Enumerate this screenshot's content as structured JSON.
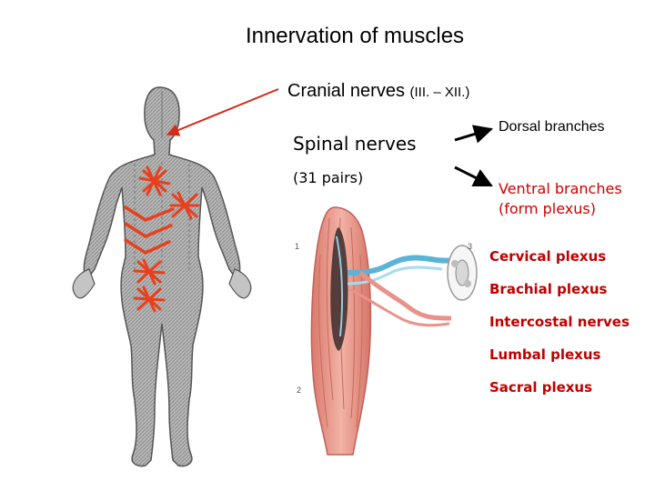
{
  "title": "Innervation of muscles",
  "cranial": {
    "label": "Cranial nerves",
    "range": "(III. – XII.)"
  },
  "spinal": {
    "label": "Spinal nerves",
    "pairs": "(31 pairs)"
  },
  "branches": {
    "dorsal": "Dorsal branches",
    "ventral_line1": "Ventral branches",
    "ventral_line2": "(form plexus)"
  },
  "plexuses": [
    "Cervical plexus",
    "Brachial plexus",
    "Intercostal nerves",
    "Lumbal plexus",
    "Sacral plexus"
  ],
  "figure_labels": {
    "l1": "1",
    "l2": "2",
    "l3": "3"
  },
  "colors": {
    "accent_red": "#e8401c",
    "text_red": "#c00000",
    "muscle": "#e89a8a",
    "nerve_blue": "#5ab4d8"
  }
}
